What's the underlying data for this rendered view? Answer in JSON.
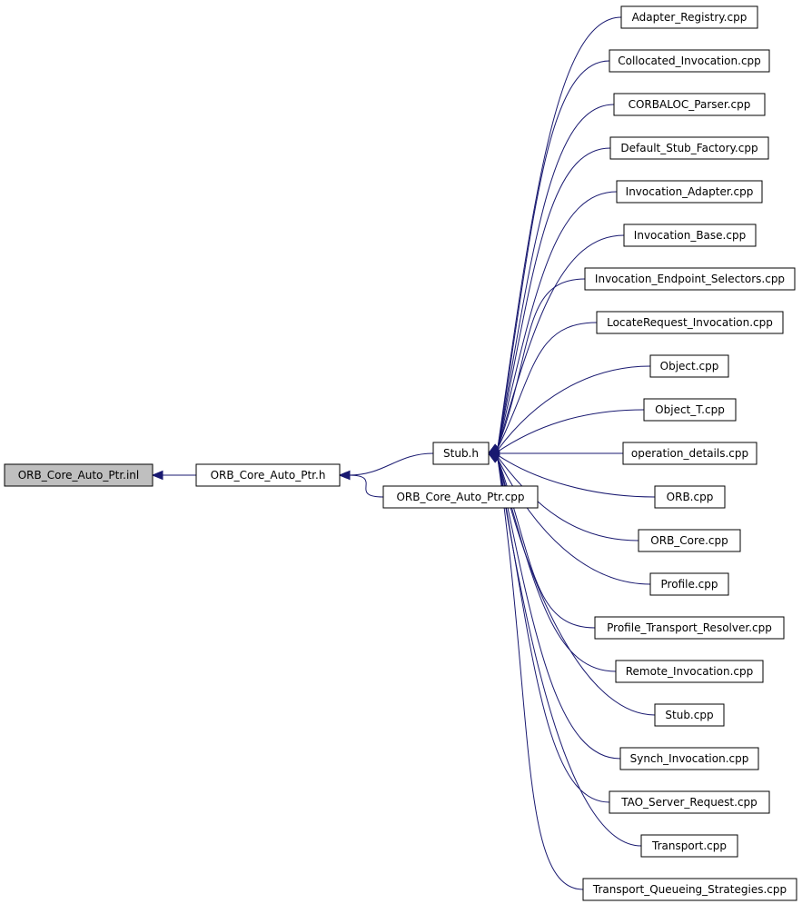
{
  "diagram": {
    "edge_color": "#191970",
    "root_fill": "#bfbfbf",
    "nodes": {
      "root": "ORB_Core_Auto_Ptr.inl",
      "auto_ptr_h": "ORB_Core_Auto_Ptr.h",
      "stub_h": "Stub.h",
      "auto_ptr_cpp": "ORB_Core_Auto_Ptr.cpp",
      "adapter_registry": "Adapter_Registry.cpp",
      "collocated_invocation": "Collocated_Invocation.cpp",
      "corbaloc_parser": "CORBALOC_Parser.cpp",
      "default_stub_factory": "Default_Stub_Factory.cpp",
      "invocation_adapter": "Invocation_Adapter.cpp",
      "invocation_base": "Invocation_Base.cpp",
      "invocation_endpoint_selectors": "Invocation_Endpoint_Selectors.cpp",
      "locaterequest_invocation": "LocateRequest_Invocation.cpp",
      "object_cpp": "Object.cpp",
      "object_t_cpp": "Object_T.cpp",
      "operation_details": "operation_details.cpp",
      "orb_cpp": "ORB.cpp",
      "orb_core_cpp": "ORB_Core.cpp",
      "profile_cpp": "Profile.cpp",
      "profile_transport_resolver": "Profile_Transport_Resolver.cpp",
      "remote_invocation": "Remote_Invocation.cpp",
      "stub_cpp": "Stub.cpp",
      "synch_invocation": "Synch_Invocation.cpp",
      "tao_server_request": "TAO_Server_Request.cpp",
      "transport_cpp": "Transport.cpp",
      "transport_queueing_strategies": "Transport_Queueing_Strategies.cpp"
    },
    "edges": [
      {
        "from": "auto_ptr_h",
        "to": "root"
      },
      {
        "from": "stub_h",
        "to": "auto_ptr_h"
      },
      {
        "from": "auto_ptr_cpp",
        "to": "auto_ptr_h"
      },
      {
        "from": "adapter_registry",
        "to": "stub_h"
      },
      {
        "from": "collocated_invocation",
        "to": "stub_h"
      },
      {
        "from": "corbaloc_parser",
        "to": "stub_h"
      },
      {
        "from": "default_stub_factory",
        "to": "stub_h"
      },
      {
        "from": "invocation_adapter",
        "to": "stub_h"
      },
      {
        "from": "invocation_base",
        "to": "stub_h"
      },
      {
        "from": "invocation_endpoint_selectors",
        "to": "stub_h"
      },
      {
        "from": "locaterequest_invocation",
        "to": "stub_h"
      },
      {
        "from": "object_cpp",
        "to": "stub_h"
      },
      {
        "from": "object_t_cpp",
        "to": "stub_h"
      },
      {
        "from": "operation_details",
        "to": "stub_h"
      },
      {
        "from": "orb_cpp",
        "to": "stub_h"
      },
      {
        "from": "orb_core_cpp",
        "to": "stub_h"
      },
      {
        "from": "profile_cpp",
        "to": "stub_h"
      },
      {
        "from": "profile_transport_resolver",
        "to": "stub_h"
      },
      {
        "from": "remote_invocation",
        "to": "stub_h"
      },
      {
        "from": "stub_cpp",
        "to": "stub_h"
      },
      {
        "from": "synch_invocation",
        "to": "stub_h"
      },
      {
        "from": "tao_server_request",
        "to": "stub_h"
      },
      {
        "from": "transport_cpp",
        "to": "stub_h"
      },
      {
        "from": "transport_queueing_strategies",
        "to": "stub_h"
      }
    ]
  }
}
